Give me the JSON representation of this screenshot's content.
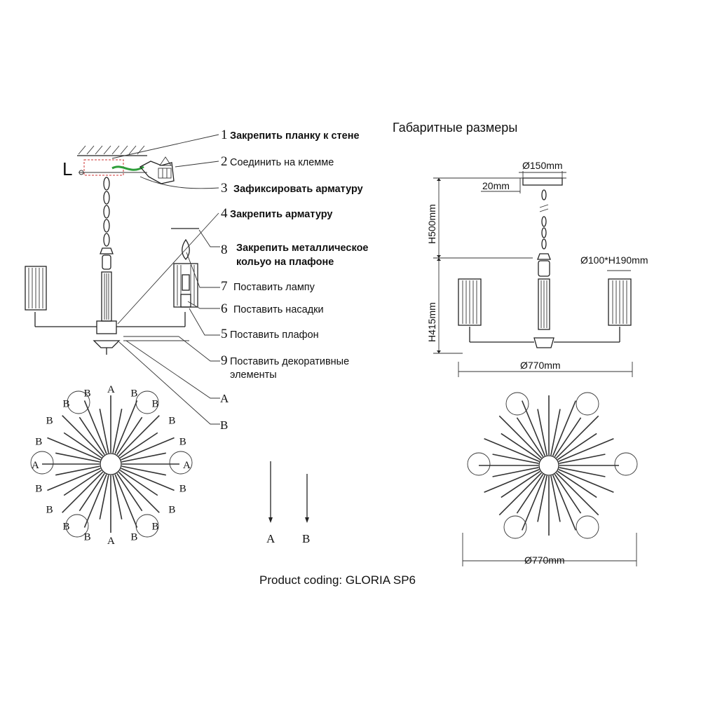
{
  "title": "Габаритные размеры",
  "product": "Product coding: GLORIA SP6",
  "steps": [
    {
      "n": "1",
      "text": "Закрепить планку к стене"
    },
    {
      "n": "2",
      "text": "Соединить на клемме"
    },
    {
      "n": "3",
      "text": "Зафиксировать арматуру"
    },
    {
      "n": "4",
      "text": "Закрепить арматуру"
    },
    {
      "n": "8",
      "text": "Закрепить металлическое",
      "text2": "кольуо на плафоне"
    },
    {
      "n": "7",
      "text": "Поставить лампу"
    },
    {
      "n": "6",
      "text": "Поставить насадки"
    },
    {
      "n": "5",
      "text": "Поставить плафон"
    },
    {
      "n": "9",
      "text": "Поставить декоративные",
      "text2": "элементы"
    }
  ],
  "letters": {
    "a": "A",
    "b": "B",
    "l": "L"
  },
  "dims": {
    "canopy_d": "Ø150mm",
    "canopy_h": "20mm",
    "chain_h": "H500mm",
    "body_h": "H415mm",
    "shade": "Ø100*H190mm",
    "width_side": "Ø770mm",
    "width_top": "Ø770mm"
  },
  "colors": {
    "line": "#222222",
    "wire_green": "#2e9e3a",
    "wire_red": "#cc3333"
  }
}
